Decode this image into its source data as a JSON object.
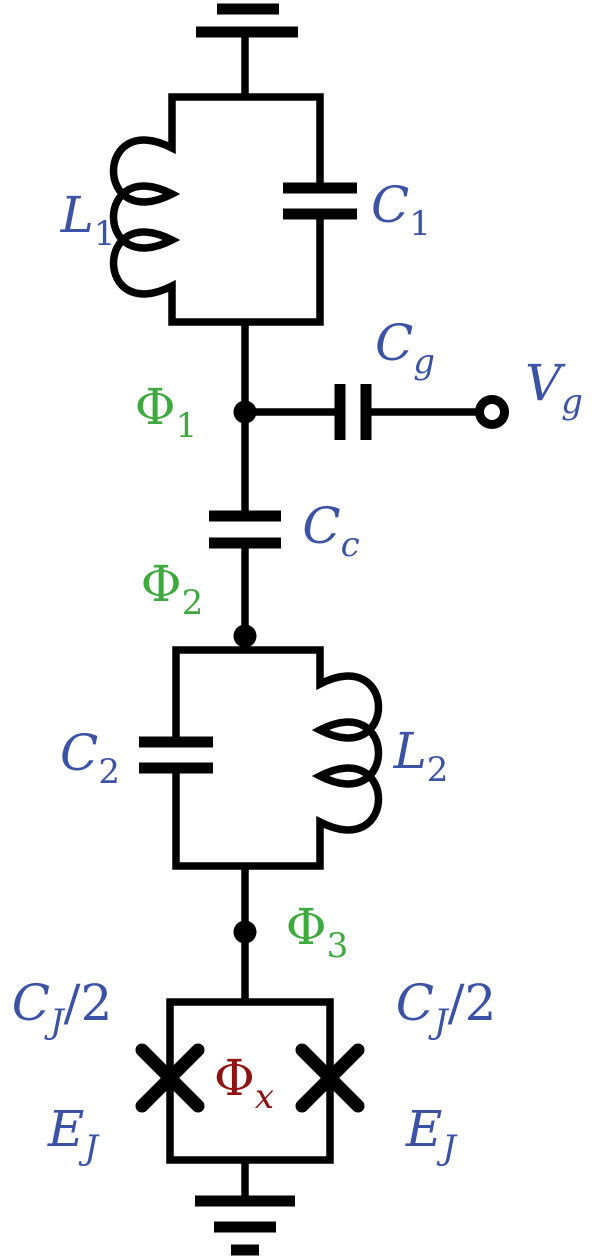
{
  "colors": {
    "wire": "#000000",
    "component_label": "#3c53a5",
    "node_label": "#3eaa3e",
    "flux_label": "#8f1111"
  },
  "labels": {
    "L1": {
      "main": "L",
      "sub": "1"
    },
    "C1": {
      "main": "C",
      "sub": "1"
    },
    "Cg": {
      "main": "C",
      "sub": "g"
    },
    "Vg": {
      "main": "V",
      "sub": "g"
    },
    "phi1": {
      "main": "Φ",
      "sub": "1"
    },
    "Cc": {
      "main": "C",
      "sub": "c"
    },
    "phi2": {
      "main": "Φ",
      "sub": "2"
    },
    "C2": {
      "main": "C",
      "sub": "2"
    },
    "L2": {
      "main": "L",
      "sub": "2"
    },
    "phi3": {
      "main": "Φ",
      "sub": "3"
    },
    "CJ2_left": {
      "main": "C",
      "sub": "J",
      "suffix": "/2"
    },
    "CJ2_right": {
      "main": "C",
      "sub": "J",
      "suffix": "/2"
    },
    "EJ_left": {
      "main": "E",
      "sub": "J"
    },
    "EJ_right": {
      "main": "E",
      "sub": "J"
    },
    "phix": {
      "main": "Φ",
      "sub": "x"
    }
  }
}
